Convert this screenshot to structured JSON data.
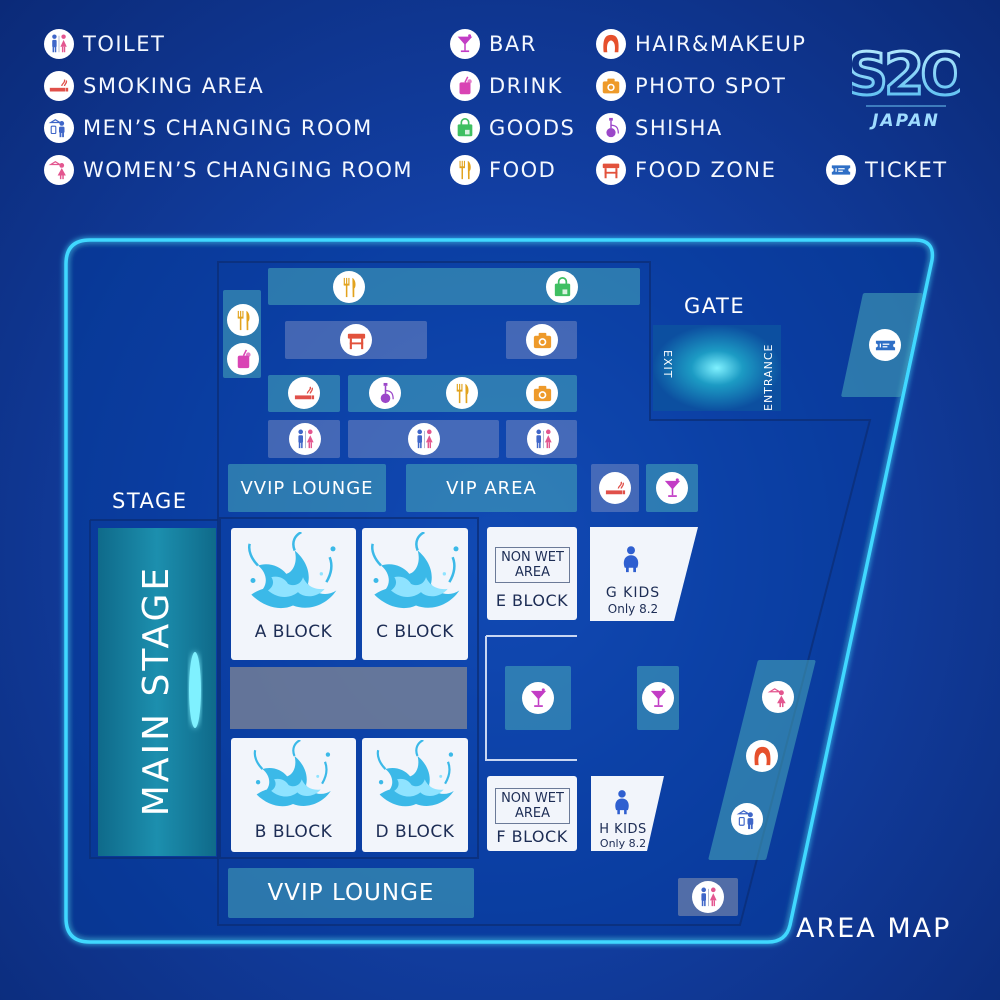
{
  "legend": [
    {
      "label": "TOILET",
      "icon": "toilet-icon"
    },
    {
      "label": "SMOKING AREA",
      "icon": "smoking-icon"
    },
    {
      "label": "MEN’S CHANGING ROOM",
      "icon": "mens-changing-icon"
    },
    {
      "label": "WOMEN’S CHANGING ROOM",
      "icon": "womens-changing-icon"
    },
    {
      "label": "BAR",
      "icon": "bar-icon"
    },
    {
      "label": "DRINK",
      "icon": "drink-icon"
    },
    {
      "label": "GOODS",
      "icon": "goods-icon"
    },
    {
      "label": "FOOD",
      "icon": "food-icon"
    },
    {
      "label": "HAIR&MAKEUP",
      "icon": "hair-makeup-icon"
    },
    {
      "label": "PHOTO SPOT",
      "icon": "photo-spot-icon"
    },
    {
      "label": "SHISHA",
      "icon": "shisha-icon"
    },
    {
      "label": "FOOD ZONE",
      "icon": "food-zone-icon"
    },
    {
      "label": "TICKET",
      "icon": "ticket-icon"
    }
  ],
  "logo": {
    "text": "S2O",
    "sub": "JAPAN"
  },
  "map": {
    "gate": "GATE",
    "exit": "EXIT",
    "entrance": "ENTRANCE",
    "stage": "STAGE",
    "main_stage": "MAIN STAGE",
    "vvip_lounge_top": "VVIP LOUNGE",
    "vip_area": "VIP AREA",
    "vvip_lounge_bottom": "VVIP LOUNGE",
    "area_map": "AREA MAP",
    "blocks": {
      "a": "A BLOCK",
      "b": "B BLOCK",
      "c": "C BLOCK",
      "d": "D BLOCK",
      "e": "E BLOCK",
      "f": "F BLOCK"
    },
    "non_wet_line1": "NON WET",
    "non_wet_line2": "AREA",
    "g_kids": "G KIDS",
    "h_kids": "H KIDS",
    "kids_only": "Only 8.2"
  },
  "colors": {
    "toilet": "#3f66c8",
    "toilet_female": "#e3568f",
    "smoking": "#e0504a",
    "bar": "#c23cc5",
    "drink": "#d944b4",
    "goods": "#3fbf62",
    "food": "#e2a31e",
    "hair": "#e6502c",
    "photo": "#ee9a2a",
    "shisha": "#9b47c9",
    "food_zone": "#e2523c",
    "ticket": "#2f6fc6",
    "kids": "#2f5fd0",
    "neon": "#3fd8ff"
  }
}
